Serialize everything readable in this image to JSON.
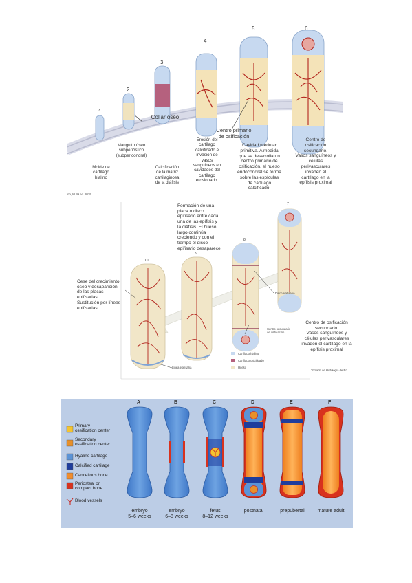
{
  "figure1": {
    "stage_numbers": [
      "1",
      "2",
      "3",
      "4",
      "5",
      "6"
    ],
    "labels": {
      "molde": "Molde de\ncartílago\nhialino",
      "manguito": "Manguito óseo\nsubperióstico\n(subpericondral)",
      "collar": "Collar óseo",
      "calcificacion": "Calcificación\nde la matriz\ncartilaginosa\nde la diáfisis",
      "erosion": "Erosión del\ncartílago\ncalcificado e\ninvasión de\nvasos\nsanguíneos en\ncavidades del\ncartílago\nerosionado.",
      "centro_primario": "Centro primario\nde osificación",
      "cavidad": "Cavidad medular\nprimitiva. A medida\nque se desarrolla un\ncentro primario de\nosificación, el hueso\nendocondral se forma\nsobre las espículas\nde cartílago\ncalcificado.",
      "centro_secundario": "Centro de\nosificación\nsecundario.\nVasos sanguíneos y\ncélulas\nperivasculares\ninvaden el\ncartílago en la\nepífisis proximal"
    },
    "source": "Ino, W. 8ª ed. 2019"
  },
  "figure2": {
    "stage_numbers": [
      "7",
      "8",
      "9",
      "10"
    ],
    "labels": {
      "formacion": "Formación de una\nplaca o disco\nepifisario entre cada\nuna de las epífisis y\nla diáfisis. El hueso\nlargo continúa\ncreciendo y con el\ntiempo el disco\nepifisario desaparece",
      "cese": "Cese del crecimiento\nóseo y desaparición\nde las placas\nepifisarias.\nSustitución por líneas\nepifisarias.",
      "disco": "Disco epifisario",
      "centro_secundario_small": "Centro secundario\nde osificación",
      "linea": "Línea epifisaria",
      "centro_sec_right": "Centro de osificación\nsecundario.\nVasos sanguíneos y\ncélulas perivasculares\ninvaden el cartílago en la\nepífisis proximal"
    },
    "legend": [
      "Cartílago hialino",
      "Cartílago calcificado",
      "Hueso"
    ],
    "source": "Tomado de Histología de Ro"
  },
  "figure3": {
    "stages": [
      {
        "letter": "A",
        "caption": "embryo\n5–6 weeks"
      },
      {
        "letter": "B",
        "caption": "embryo\n6–8 weeks"
      },
      {
        "letter": "C",
        "caption": "fetus\n8–12 weeks"
      },
      {
        "letter": "D",
        "caption": "postnatal"
      },
      {
        "letter": "E",
        "caption": "prepubertal"
      },
      {
        "letter": "F",
        "caption": "mature adult"
      }
    ],
    "legend": [
      {
        "label": "Primary\nossification center",
        "color": "#f4c430"
      },
      {
        "label": "Secondary\nossification center",
        "color": "#e8902a"
      },
      {
        "label": "Hyaline cartilage",
        "color": "#5b93d6"
      },
      {
        "label": "Calcified cartilage",
        "color": "#1f3d9c"
      },
      {
        "label": "Cancellous bone",
        "color": "#f28c2b"
      },
      {
        "label": "Periosteal or\ncompact bone",
        "color": "#d8321e"
      },
      {
        "label": "Blood vessels",
        "color": "#c8302a"
      }
    ]
  }
}
